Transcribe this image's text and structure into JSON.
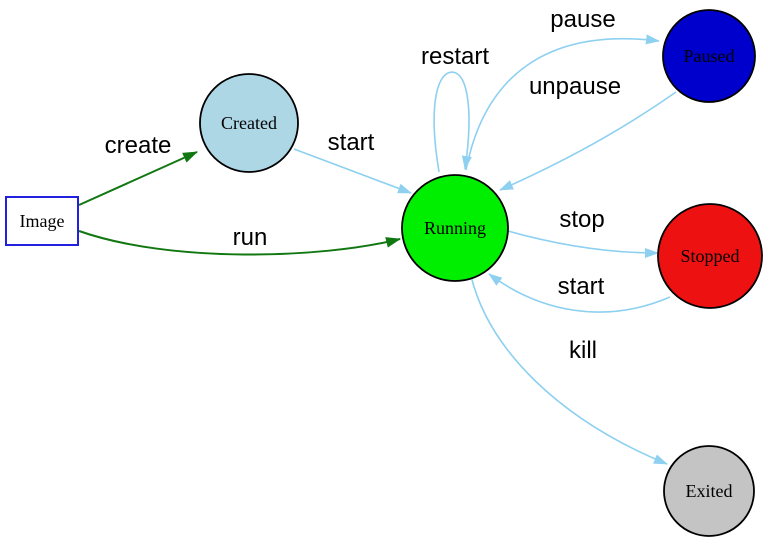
{
  "diagram": {
    "type": "state-diagram",
    "subject": "container-lifecycle",
    "background": "#ffffff",
    "edge_color_primary": "#8dd0f0",
    "edge_color_secondary": "#117711",
    "nodes": [
      {
        "id": "image",
        "label": "Image",
        "shape": "rectangle",
        "fill": "#ffffff",
        "border": "#2121dd"
      },
      {
        "id": "created",
        "label": "Created",
        "shape": "circle",
        "fill": "#aed7e6",
        "border": "#000000"
      },
      {
        "id": "running",
        "label": "Running",
        "shape": "circle",
        "fill": "#00ee00",
        "border": "#000000"
      },
      {
        "id": "paused",
        "label": "Paused",
        "shape": "circle",
        "fill": "#0000cd",
        "border": "#000000"
      },
      {
        "id": "stopped",
        "label": "Stopped",
        "shape": "circle",
        "fill": "#ee1111",
        "border": "#000000"
      },
      {
        "id": "exited",
        "label": "Exited",
        "shape": "circle",
        "fill": "#c4c4c4",
        "border": "#000000"
      }
    ],
    "edges": [
      {
        "from": "image",
        "to": "created",
        "label": "create",
        "color": "#117711"
      },
      {
        "from": "image",
        "to": "running",
        "label": "run",
        "color": "#117711"
      },
      {
        "from": "created",
        "to": "running",
        "label": "start",
        "color": "#8dd0f0"
      },
      {
        "from": "running",
        "to": "running",
        "label": "restart",
        "color": "#8dd0f0"
      },
      {
        "from": "running",
        "to": "paused",
        "label": "pause",
        "color": "#8dd0f0"
      },
      {
        "from": "paused",
        "to": "running",
        "label": "unpause",
        "color": "#8dd0f0"
      },
      {
        "from": "running",
        "to": "stopped",
        "label": "stop",
        "color": "#8dd0f0"
      },
      {
        "from": "stopped",
        "to": "running",
        "label": "start",
        "color": "#8dd0f0"
      },
      {
        "from": "running",
        "to": "exited",
        "label": "kill",
        "color": "#8dd0f0"
      }
    ]
  }
}
